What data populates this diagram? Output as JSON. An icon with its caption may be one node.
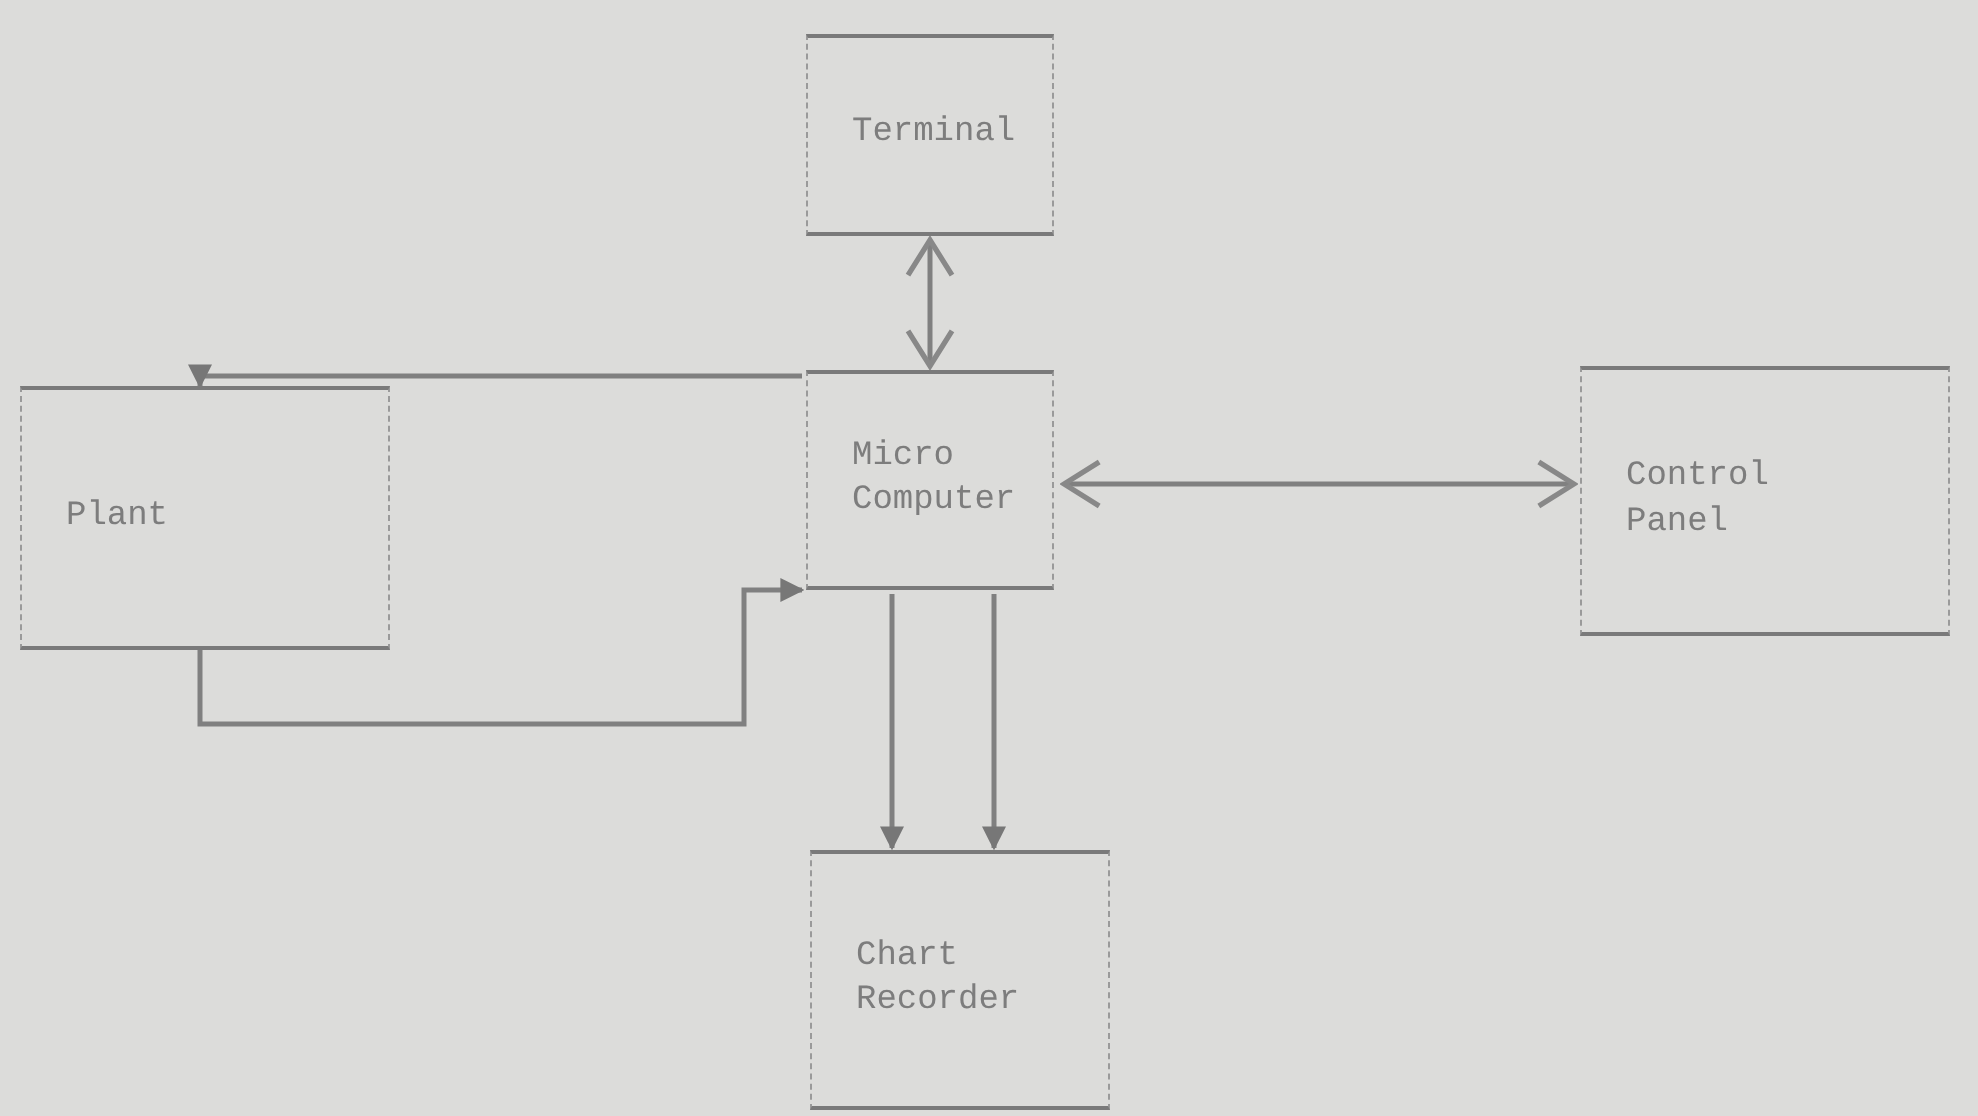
{
  "diagram": {
    "nodes": [
      {
        "text": [
          "Terminal"
        ]
      },
      {
        "text": [
          "Micro Computer"
        ]
      },
      {
        "text": [
          "Control Panel"
        ]
      },
      {
        "text": [
          "Plant"
        ]
      },
      {
        "text": [
          "Chart Recorder"
        ]
      }
    ],
    "edges": [
      {
        "from": 0,
        "to": 1,
        "arrow": "both"
      },
      {
        "from": 1,
        "to": 2,
        "arrow": "both"
      },
      {
        "from": 1,
        "to": 3,
        "arrow": "to"
      },
      {
        "from": 3,
        "to": 1,
        "arrow": "to"
      },
      {
        "from": 1,
        "to": 4,
        "arrow": "to"
      },
      {
        "from": 1,
        "to": 4,
        "arrow": "to"
      }
    ]
  }
}
